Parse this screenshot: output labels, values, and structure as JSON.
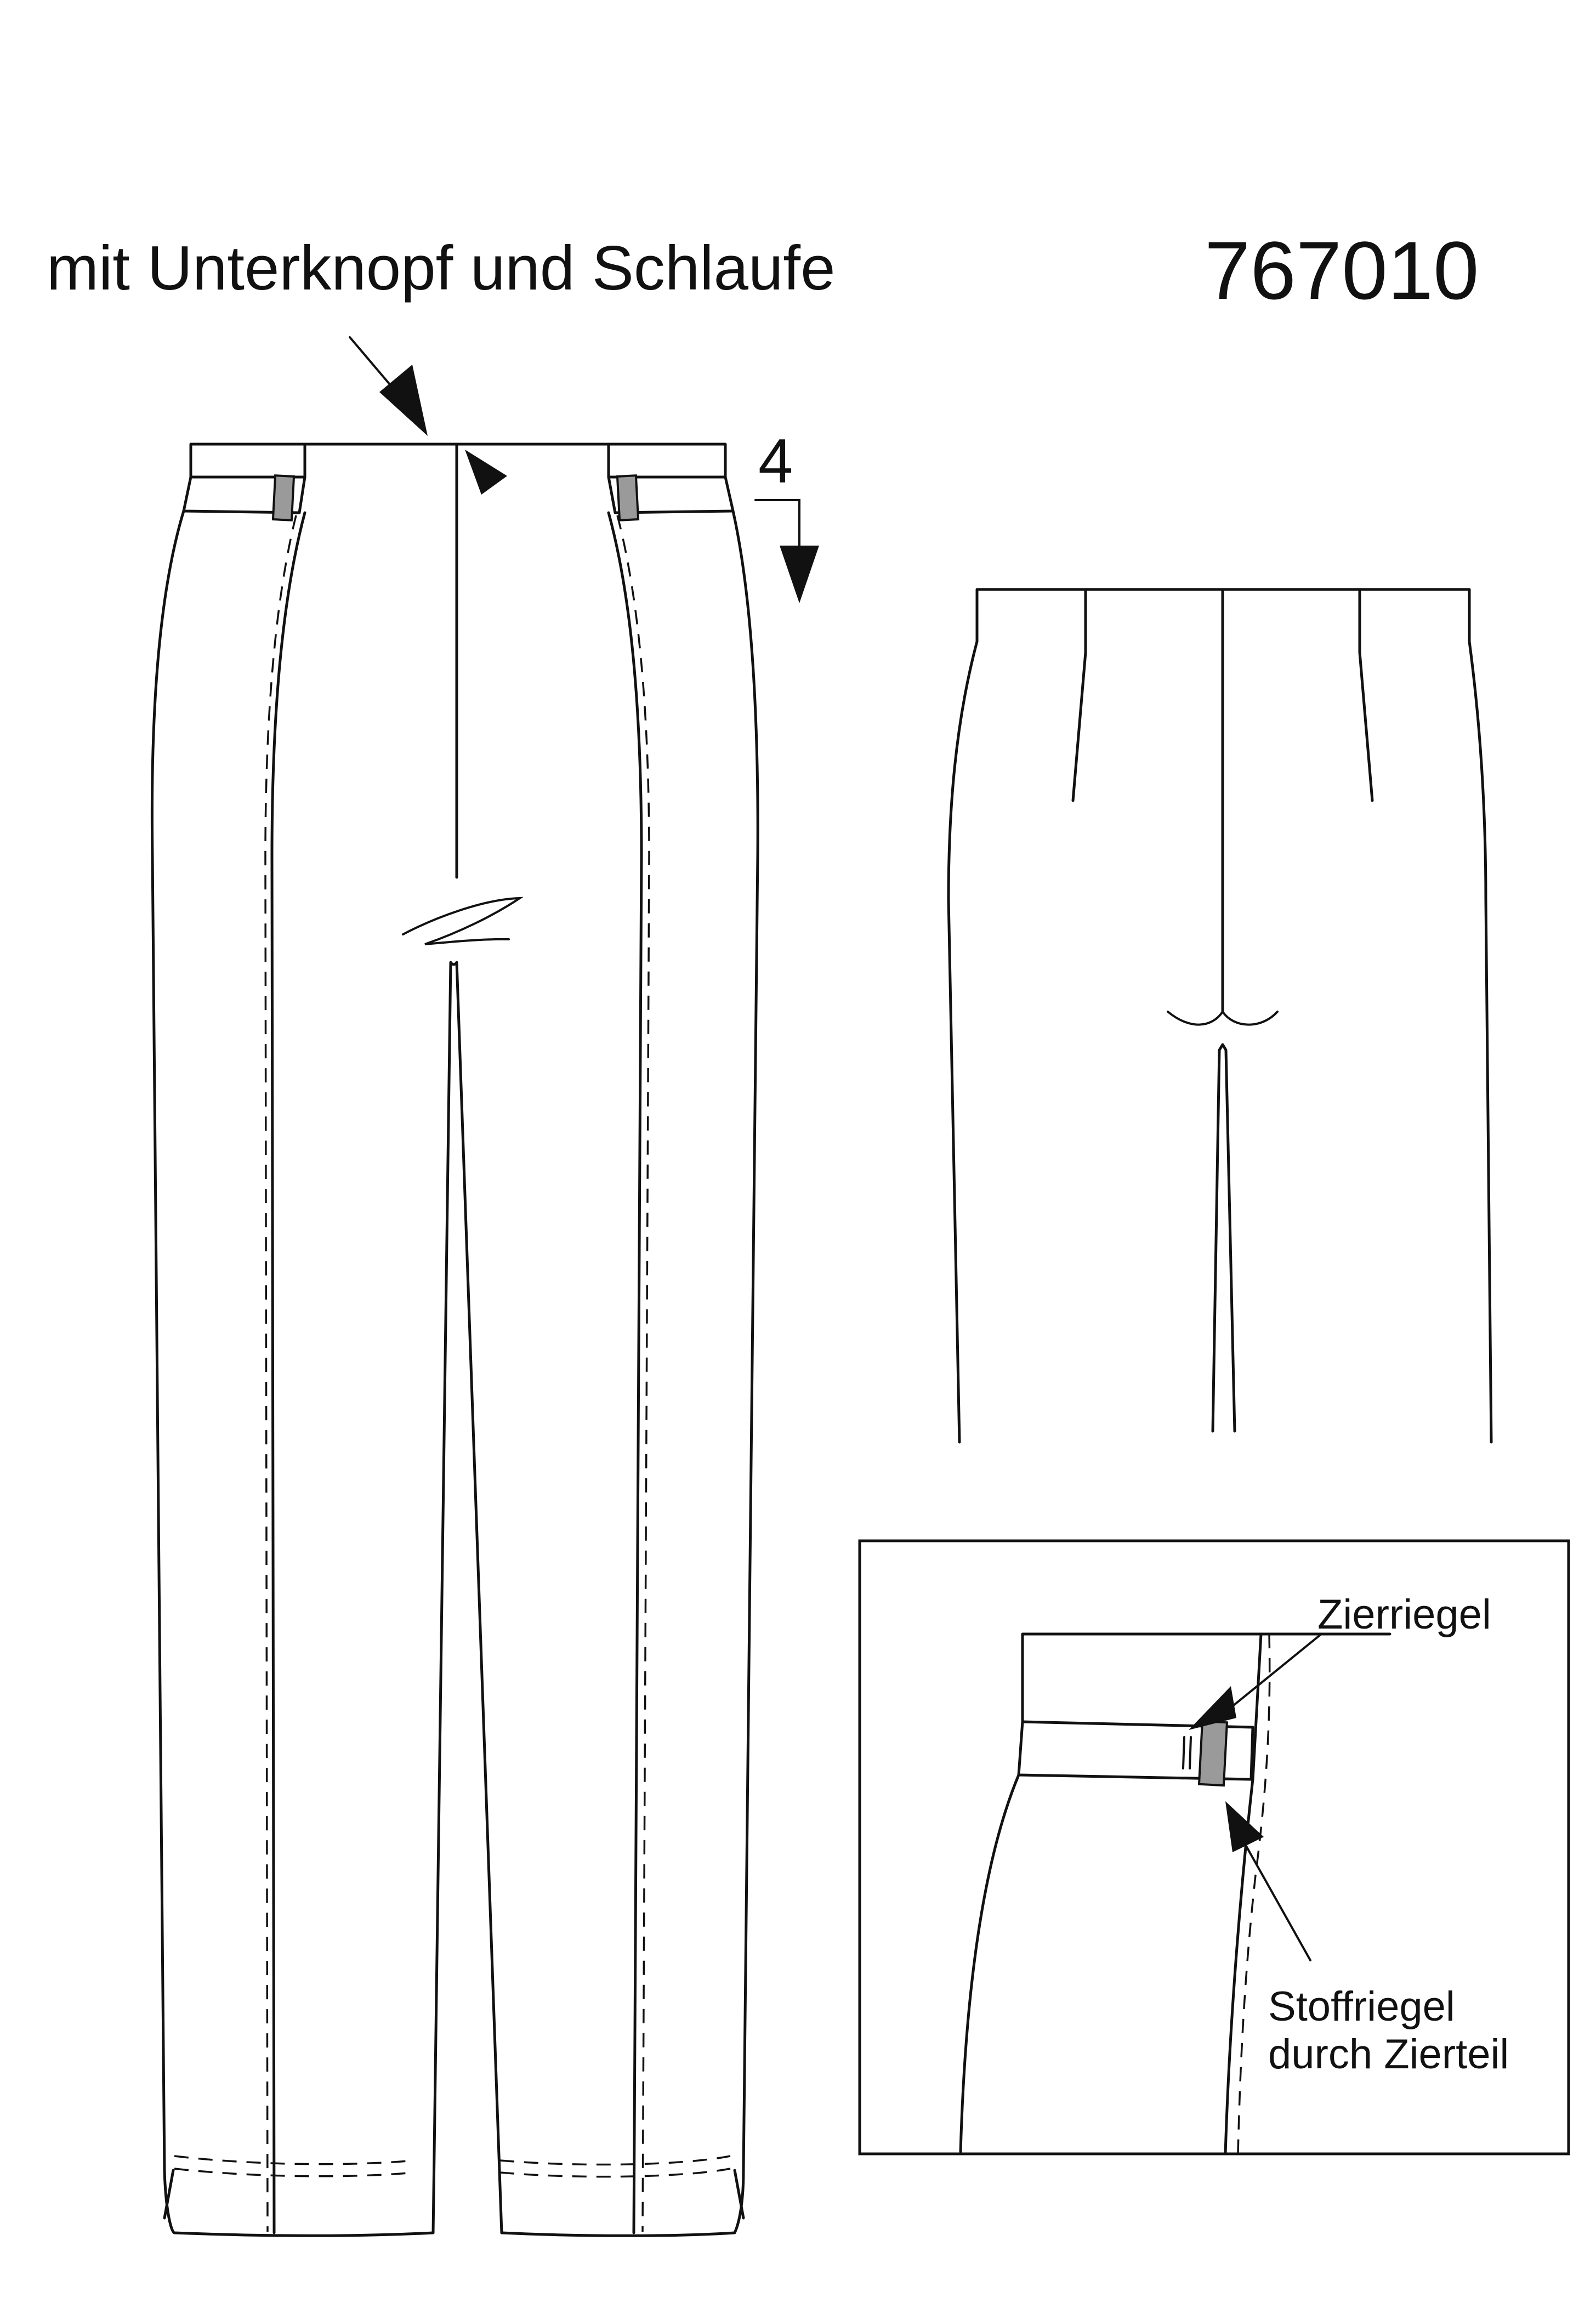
{
  "header": {
    "note": "mit Unterknopf und Schlaufe",
    "model_number": "767010"
  },
  "front_view": {
    "step_marker": "4"
  },
  "detail_view": {
    "label_top": "Zierriegel",
    "label_bottom_line1": "Stoffriegel",
    "label_bottom_line2": "durch Zierteil"
  }
}
